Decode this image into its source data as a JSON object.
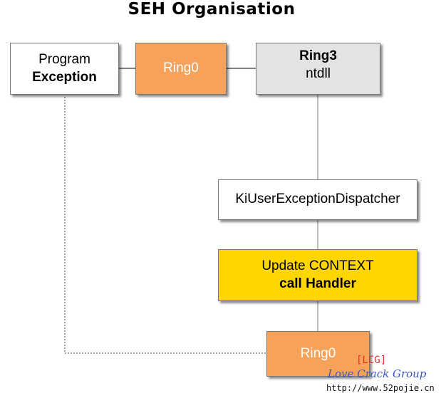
{
  "title": "SEH Organisation",
  "nodes": {
    "program_exception": {
      "line1": "Program",
      "line2": "Exception"
    },
    "ring0_top": {
      "label": "Ring0"
    },
    "ring3_ntdll": {
      "line1": "Ring3",
      "line2": "ntdll"
    },
    "ki_dispatcher": {
      "label": "KiUserExceptionDispatcher"
    },
    "update_context": {
      "line1": "Update CONTEXT",
      "line2": "call Handler"
    },
    "ring0_bottom": {
      "label": "Ring0"
    }
  },
  "watermark": {
    "tag": "[LCG]",
    "group": "Love Crack Group",
    "url": "http://www.52pojie.cn"
  },
  "colors": {
    "orange": "#f6a25a",
    "grey": "#e3e3e3",
    "yellow": "#ffd600",
    "white": "#ffffff"
  }
}
